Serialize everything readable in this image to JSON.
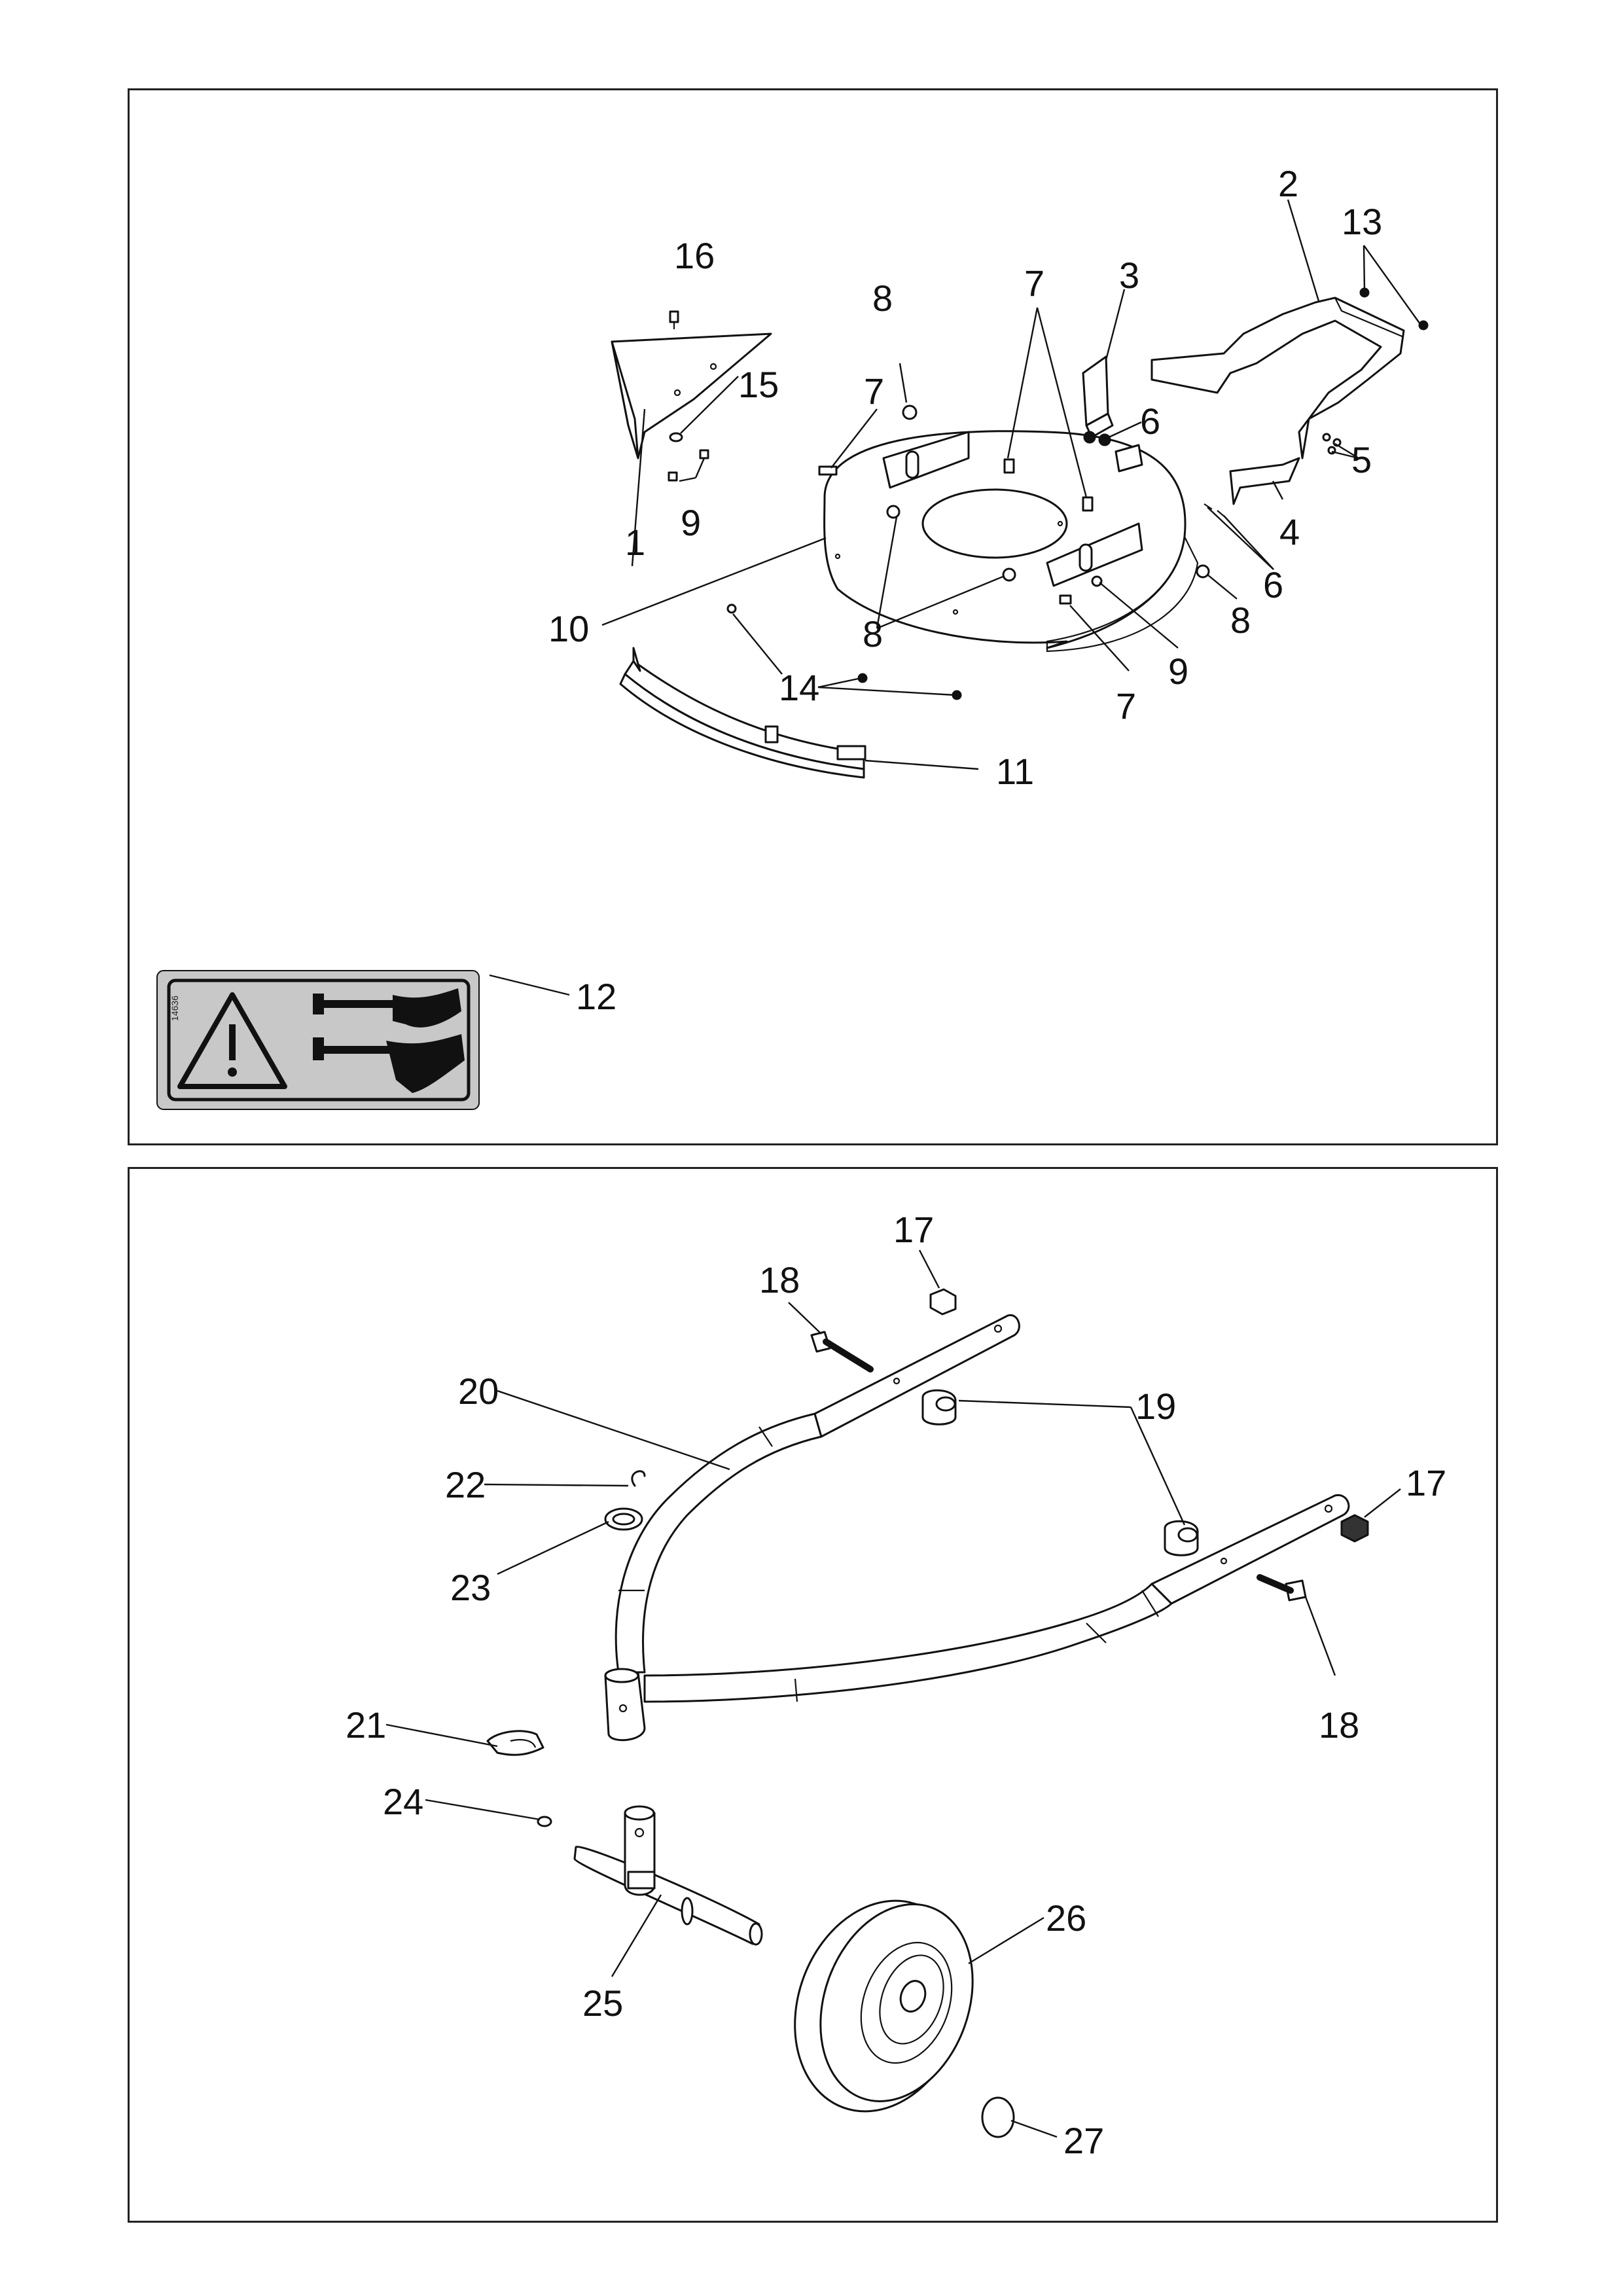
{
  "top_panel": {
    "callouts": {
      "c1": "1",
      "c2": "2",
      "c3": "3",
      "c4": "4",
      "c5": "5",
      "c6a": "6",
      "c6b": "6",
      "c7a": "7",
      "c7b": "7",
      "c7c": "7",
      "c8a": "8",
      "c8b": "8",
      "c8c": "8",
      "c9a": "9",
      "c9b": "9",
      "c10": "10",
      "c11": "11",
      "c12": "12",
      "c13": "13",
      "c14": "14",
      "c15": "15",
      "c16": "16"
    },
    "decal": {
      "code": "14636",
      "icon": "warning-triangle-icon"
    }
  },
  "bottom_panel": {
    "callouts": {
      "c17a": "17",
      "c17b": "17",
      "c18a": "18",
      "c18b": "18",
      "c19": "19",
      "c20": "20",
      "c21": "21",
      "c22": "22",
      "c23": "23",
      "c24": "24",
      "c25": "25",
      "c26": "26",
      "c27": "27"
    }
  }
}
